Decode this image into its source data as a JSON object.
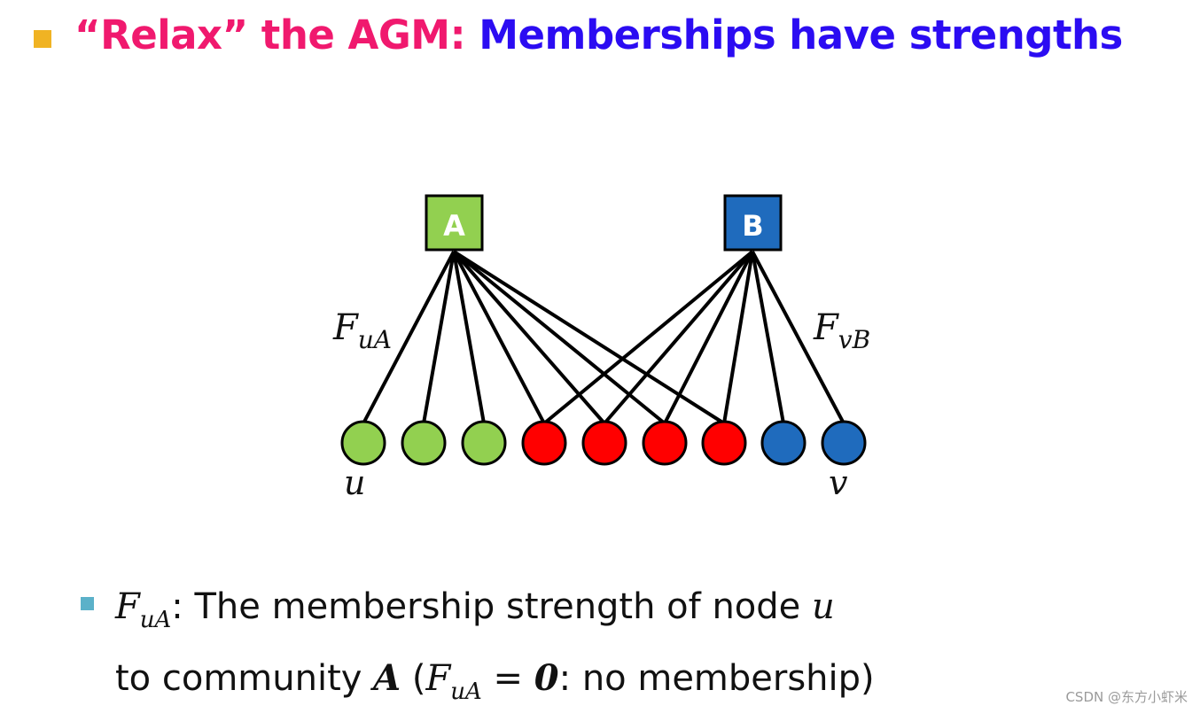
{
  "title": {
    "part1": "“Relax” the AGM:",
    "part2": "Memberships have strengths"
  },
  "diagram": {
    "communities": [
      {
        "label": "A",
        "color": "#92d050"
      },
      {
        "label": "B",
        "color": "#1f6bbd"
      }
    ],
    "node_colors": [
      "#92d050",
      "#92d050",
      "#92d050",
      "#ff0000",
      "#ff0000",
      "#ff0000",
      "#ff0000",
      "#1f6bbd",
      "#1f6bbd"
    ],
    "edge_labels": {
      "left": {
        "base": "F",
        "sub": "uA"
      },
      "right": {
        "base": "F",
        "sub": "vB"
      }
    },
    "node_labels": {
      "left": "u",
      "right": "v"
    }
  },
  "note": {
    "line1_math": "F",
    "line1_sub": "uA",
    "line1_text": ": The membership strength of node ",
    "line1_var": "u",
    "line2_text_a": "to community ",
    "line2_var": "A",
    "line2_open": " (",
    "line2_math": "F",
    "line2_sub": "uA",
    "line2_eq": " = ",
    "line2_zero": "0",
    "line2_tail": ": no membership)"
  },
  "watermark": "CSDN @东方小虾米"
}
